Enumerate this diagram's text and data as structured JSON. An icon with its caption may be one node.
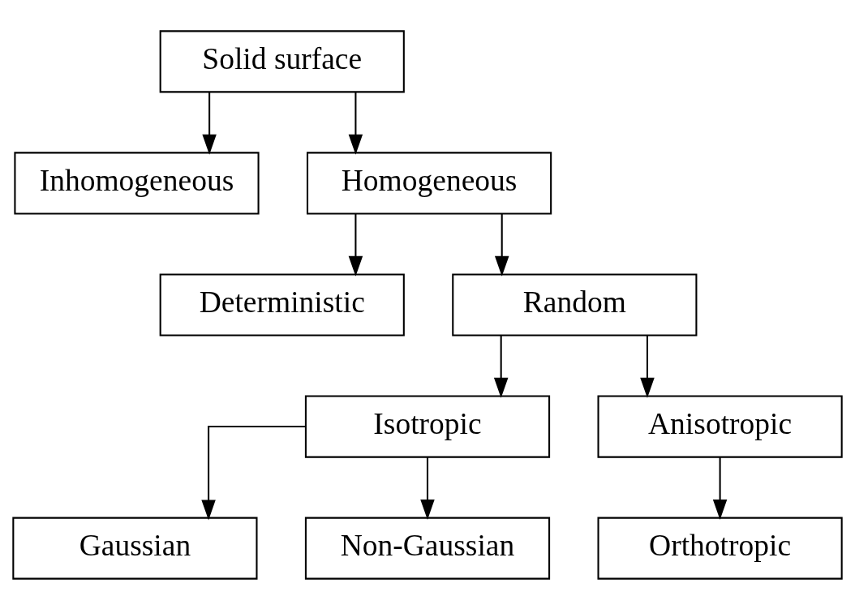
{
  "diagram": {
    "nodes": [
      {
        "text": [
          "Solid surface"
        ]
      },
      {
        "text": [
          "Inhomogeneous"
        ]
      },
      {
        "text": [
          "Homogeneous"
        ]
      },
      {
        "text": [
          "Deterministic"
        ]
      },
      {
        "text": [
          "Random"
        ]
      },
      {
        "text": [
          "Isotropic"
        ]
      },
      {
        "text": [
          "Anisotropic"
        ]
      },
      {
        "text": [
          "Orthotropic"
        ]
      },
      {
        "text": [
          "Gaussian"
        ]
      },
      {
        "text": [
          "Non-Gaussian"
        ]
      }
    ],
    "edges": [
      {
        "from": 0,
        "to": 1,
        "arrow": "to"
      },
      {
        "from": 0,
        "to": 2,
        "arrow": "to"
      },
      {
        "from": 2,
        "to": 3,
        "arrow": "to"
      },
      {
        "from": 2,
        "to": 4,
        "arrow": "to"
      },
      {
        "from": 4,
        "to": 5,
        "arrow": "to"
      },
      {
        "from": 4,
        "to": 6,
        "arrow": "to"
      },
      {
        "from": 6,
        "to": 7,
        "arrow": "to"
      },
      {
        "from": 5,
        "to": 8,
        "arrow": "to"
      },
      {
        "from": 5,
        "to": 9,
        "arrow": "to"
      }
    ]
  }
}
